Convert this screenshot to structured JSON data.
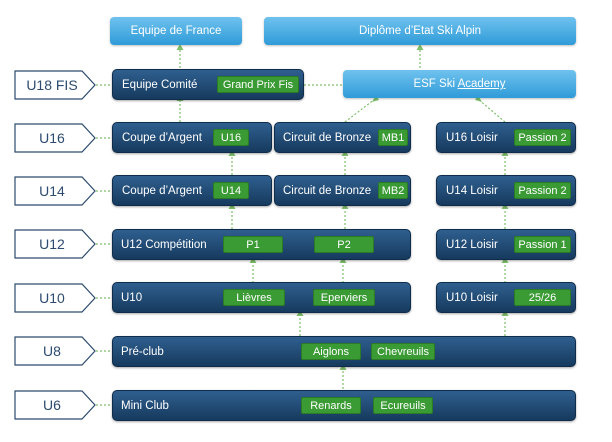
{
  "ages": [
    "U18 FIS",
    "U16",
    "U14",
    "U12",
    "U10",
    "U8",
    "U6"
  ],
  "top": {
    "equipe_france": "Equipe de France",
    "diplome": "Diplôme d’Etat Ski Alpin",
    "esf_prefix": "ESF Ski ",
    "esf_underlined": "Academy"
  },
  "rows": {
    "u18": {
      "label": "Equipe Comité",
      "pill": "Grand Prix Fis"
    },
    "u16": {
      "a": {
        "label": "Coupe d’Argent",
        "pill": "U16"
      },
      "b": {
        "label": "Circuit de Bronze",
        "pill": "MB1"
      },
      "c": {
        "label": "U16 Loisir",
        "pill": "Passion 2"
      }
    },
    "u14": {
      "a": {
        "label": "Coupe d’Argent",
        "pill": "U14"
      },
      "b": {
        "label": "Circuit de Bronze",
        "pill": "MB2"
      },
      "c": {
        "label": "U14 Loisir",
        "pill": "Passion 2"
      }
    },
    "u12": {
      "a": {
        "label": "U12 Compétition",
        "pill1": "P1",
        "pill2": "P2"
      },
      "c": {
        "label": "U12 Loisir",
        "pill": "Passion 1"
      }
    },
    "u10": {
      "a": {
        "label": "U10",
        "pill1": "Lièvres",
        "pill2": "Eperviers"
      },
      "c": {
        "label": "U10 Loisir",
        "pill": "25/26"
      }
    },
    "u8": {
      "label": "Pré-club",
      "pill1": "Aiglons",
      "pill2": "Chevreuils"
    },
    "u6": {
      "label": "Mini Club",
      "pill1": "Renards",
      "pill2": "Ecureuils"
    }
  }
}
